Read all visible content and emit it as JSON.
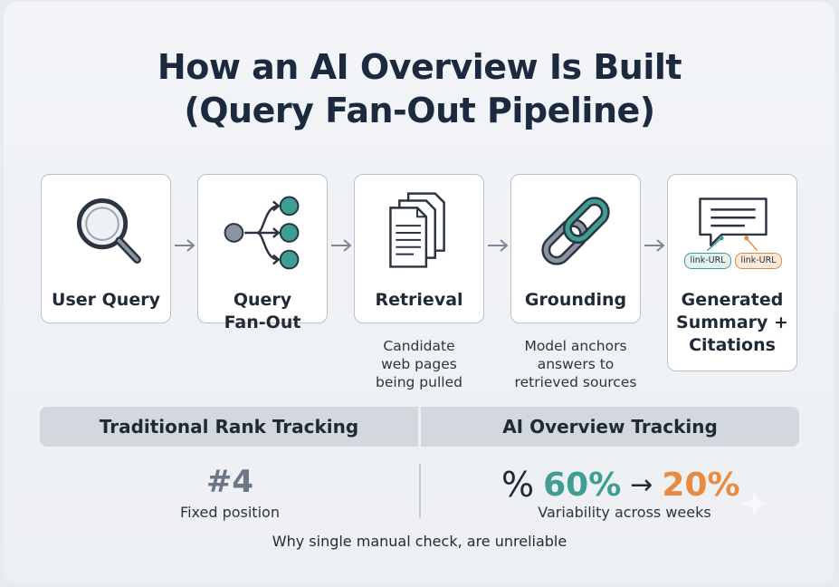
{
  "title": {
    "line1": "How an AI Overview Is Built",
    "line2": "(Query Fan-Out Pipeline)"
  },
  "steps": [
    {
      "label": "User Query",
      "icon": "magnifier-icon"
    },
    {
      "label_line1": "Query",
      "label_line2": "Fan-Out",
      "icon": "fan-out-icon"
    },
    {
      "label": "Retrieval",
      "icon": "documents-icon",
      "caption_line1": "Candidate",
      "caption_line2": "web pages",
      "caption_line3": "being pulled"
    },
    {
      "label": "Grounding",
      "icon": "chain-link-icon",
      "caption_line1": "Model anchors",
      "caption_line2": "answers to",
      "caption_line3": "retrieved sources"
    },
    {
      "label_line1": "Generated",
      "label_line2": "Summary +",
      "label_line3": "Citations",
      "icon": "chat-citations-icon",
      "chip1": "link-URL",
      "chip2": "link-URL"
    }
  ],
  "comparison": {
    "left_header": "Traditional Rank Tracking",
    "right_header": "AI Overview Tracking",
    "rank_value": "#4",
    "rank_caption": "Fixed position",
    "percent_symbol": "%",
    "from_value": "60%",
    "arrow": "→",
    "to_value": "20%",
    "variability_caption": "Variability across weeks"
  },
  "footer": "Why single manual check, are unreliable",
  "colors": {
    "teal": "#3f9e94",
    "orange": "#e98a3e",
    "navy": "#1b2a3f",
    "gray_node": "#8a93a0"
  }
}
